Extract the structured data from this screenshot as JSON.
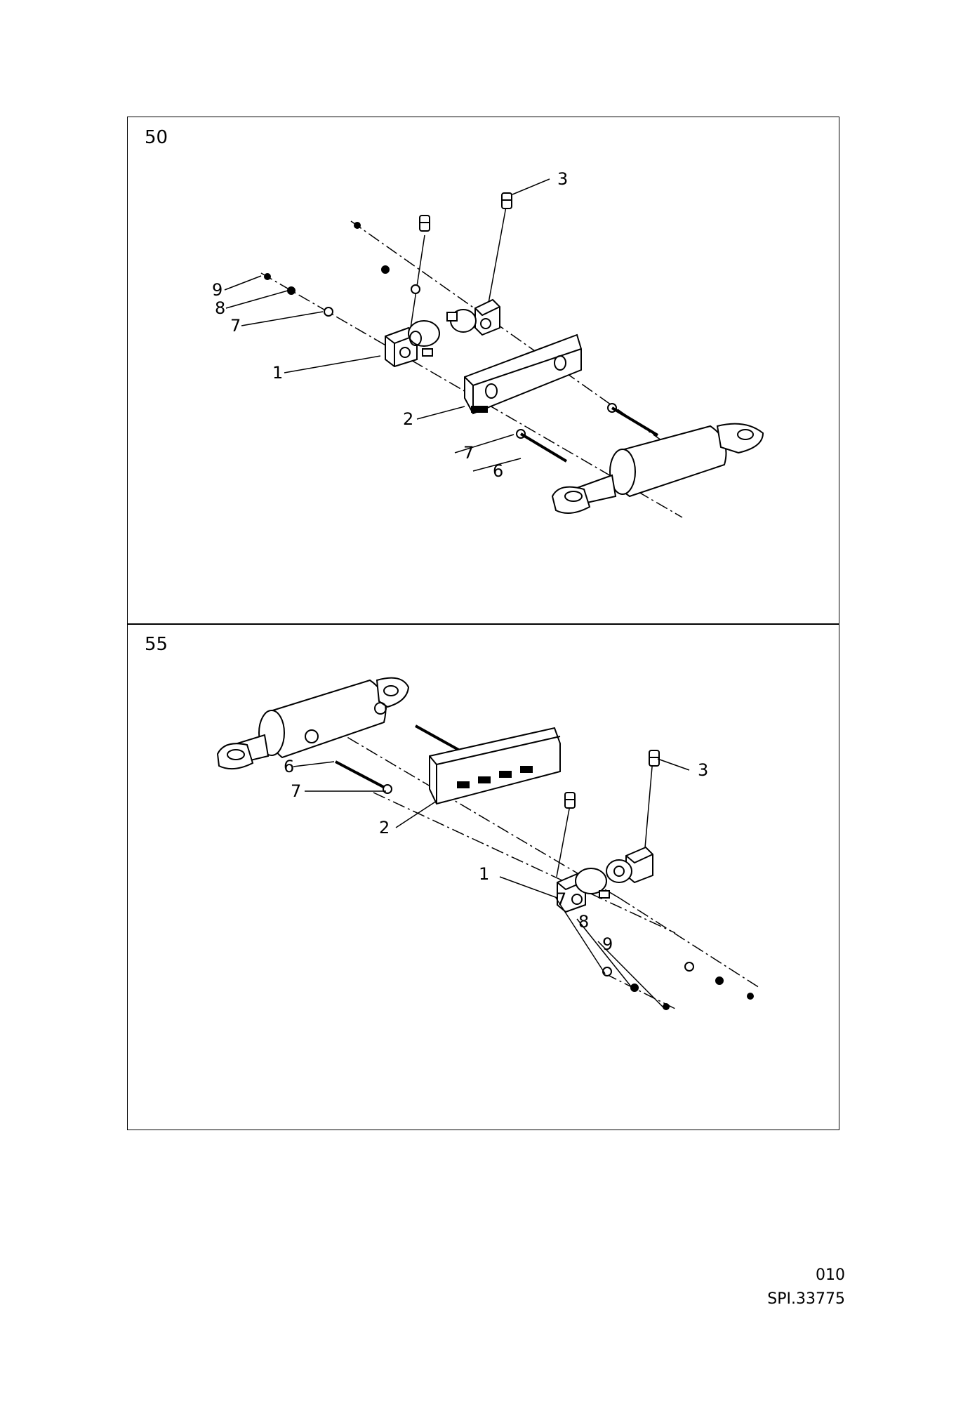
{
  "top_panel": {
    "number": "50",
    "callouts": [
      "3",
      "9",
      "8",
      "7",
      "1",
      "2",
      "7",
      "6"
    ]
  },
  "bottom_panel": {
    "number": "55",
    "callouts": [
      "3",
      "6",
      "7",
      "2",
      "1",
      "7",
      "8",
      "9"
    ]
  },
  "footer": {
    "page": "010",
    "code": "SPI.33775"
  }
}
